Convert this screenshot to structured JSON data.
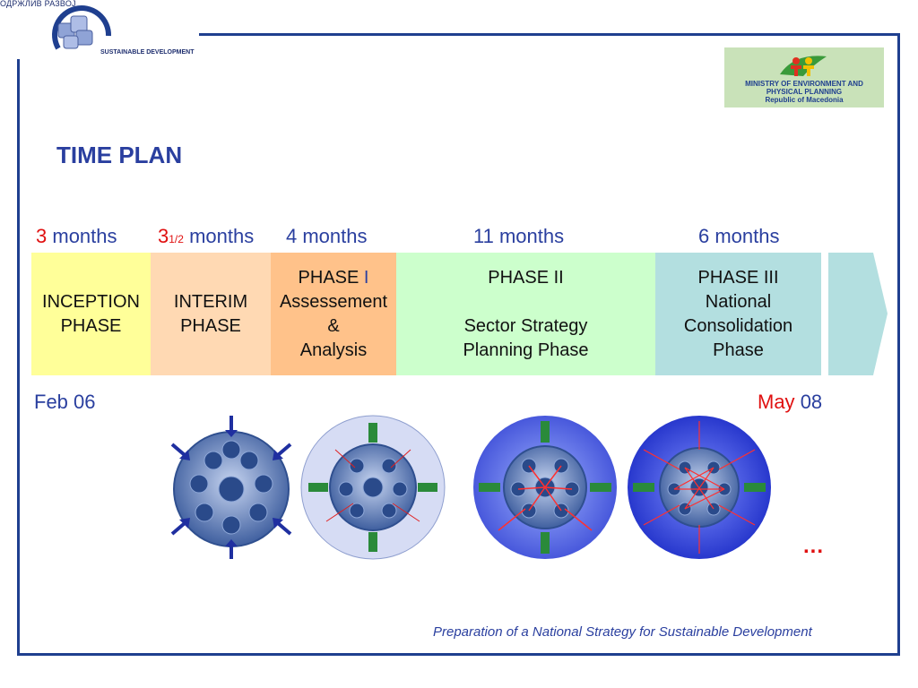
{
  "header": {
    "logo_top_text": "ОДРЖЛИВ РАЗВОЈ",
    "logo_caption": "SUSTAINABLE DEVELOPMENT",
    "ministry_lines": [
      "MINISTRY OF ENVIRONMENT AND",
      "PHYSICAL PLANNING",
      "Republic of Macedonia"
    ]
  },
  "title": "TIME PLAN",
  "durations": {
    "d1_num": "3",
    "d1_unit": "months",
    "d2_num": "3",
    "d2_frac": "1/2",
    "d2_unit": "months",
    "d3": "4 months",
    "d4": "11 months",
    "d5": "6 months"
  },
  "phases": {
    "inception": [
      "INCEPTION",
      "PHASE"
    ],
    "interim": [
      "INTERIM",
      "PHASE"
    ],
    "phase1_prefix": "PHASE ",
    "phase1_roman": "I",
    "phase1_lines": [
      "Assessement",
      "&",
      "Analysis"
    ],
    "phase2_title": "PHASE II",
    "phase2_lines": [
      "Sector Strategy",
      "Planning Phase"
    ],
    "phase3": [
      "PHASE III",
      "National",
      "Consolidation",
      "Phase"
    ]
  },
  "dates": {
    "start": "Feb 06",
    "end_month": "May",
    "end_year": "08"
  },
  "ellipsis": "...",
  "footer": "Preparation of a National Strategy for Sustainable Development",
  "colors": {
    "frame": "#1f3f8f",
    "title": "#2a3f9f",
    "accent_red": "#e01010",
    "inception": "#ffff99",
    "interim": "#ffd9b3",
    "phase1": "#ffc28a",
    "phase2": "#ccffcc",
    "phase3": "#b3dfe0",
    "arrow": "#b3dfe0"
  }
}
